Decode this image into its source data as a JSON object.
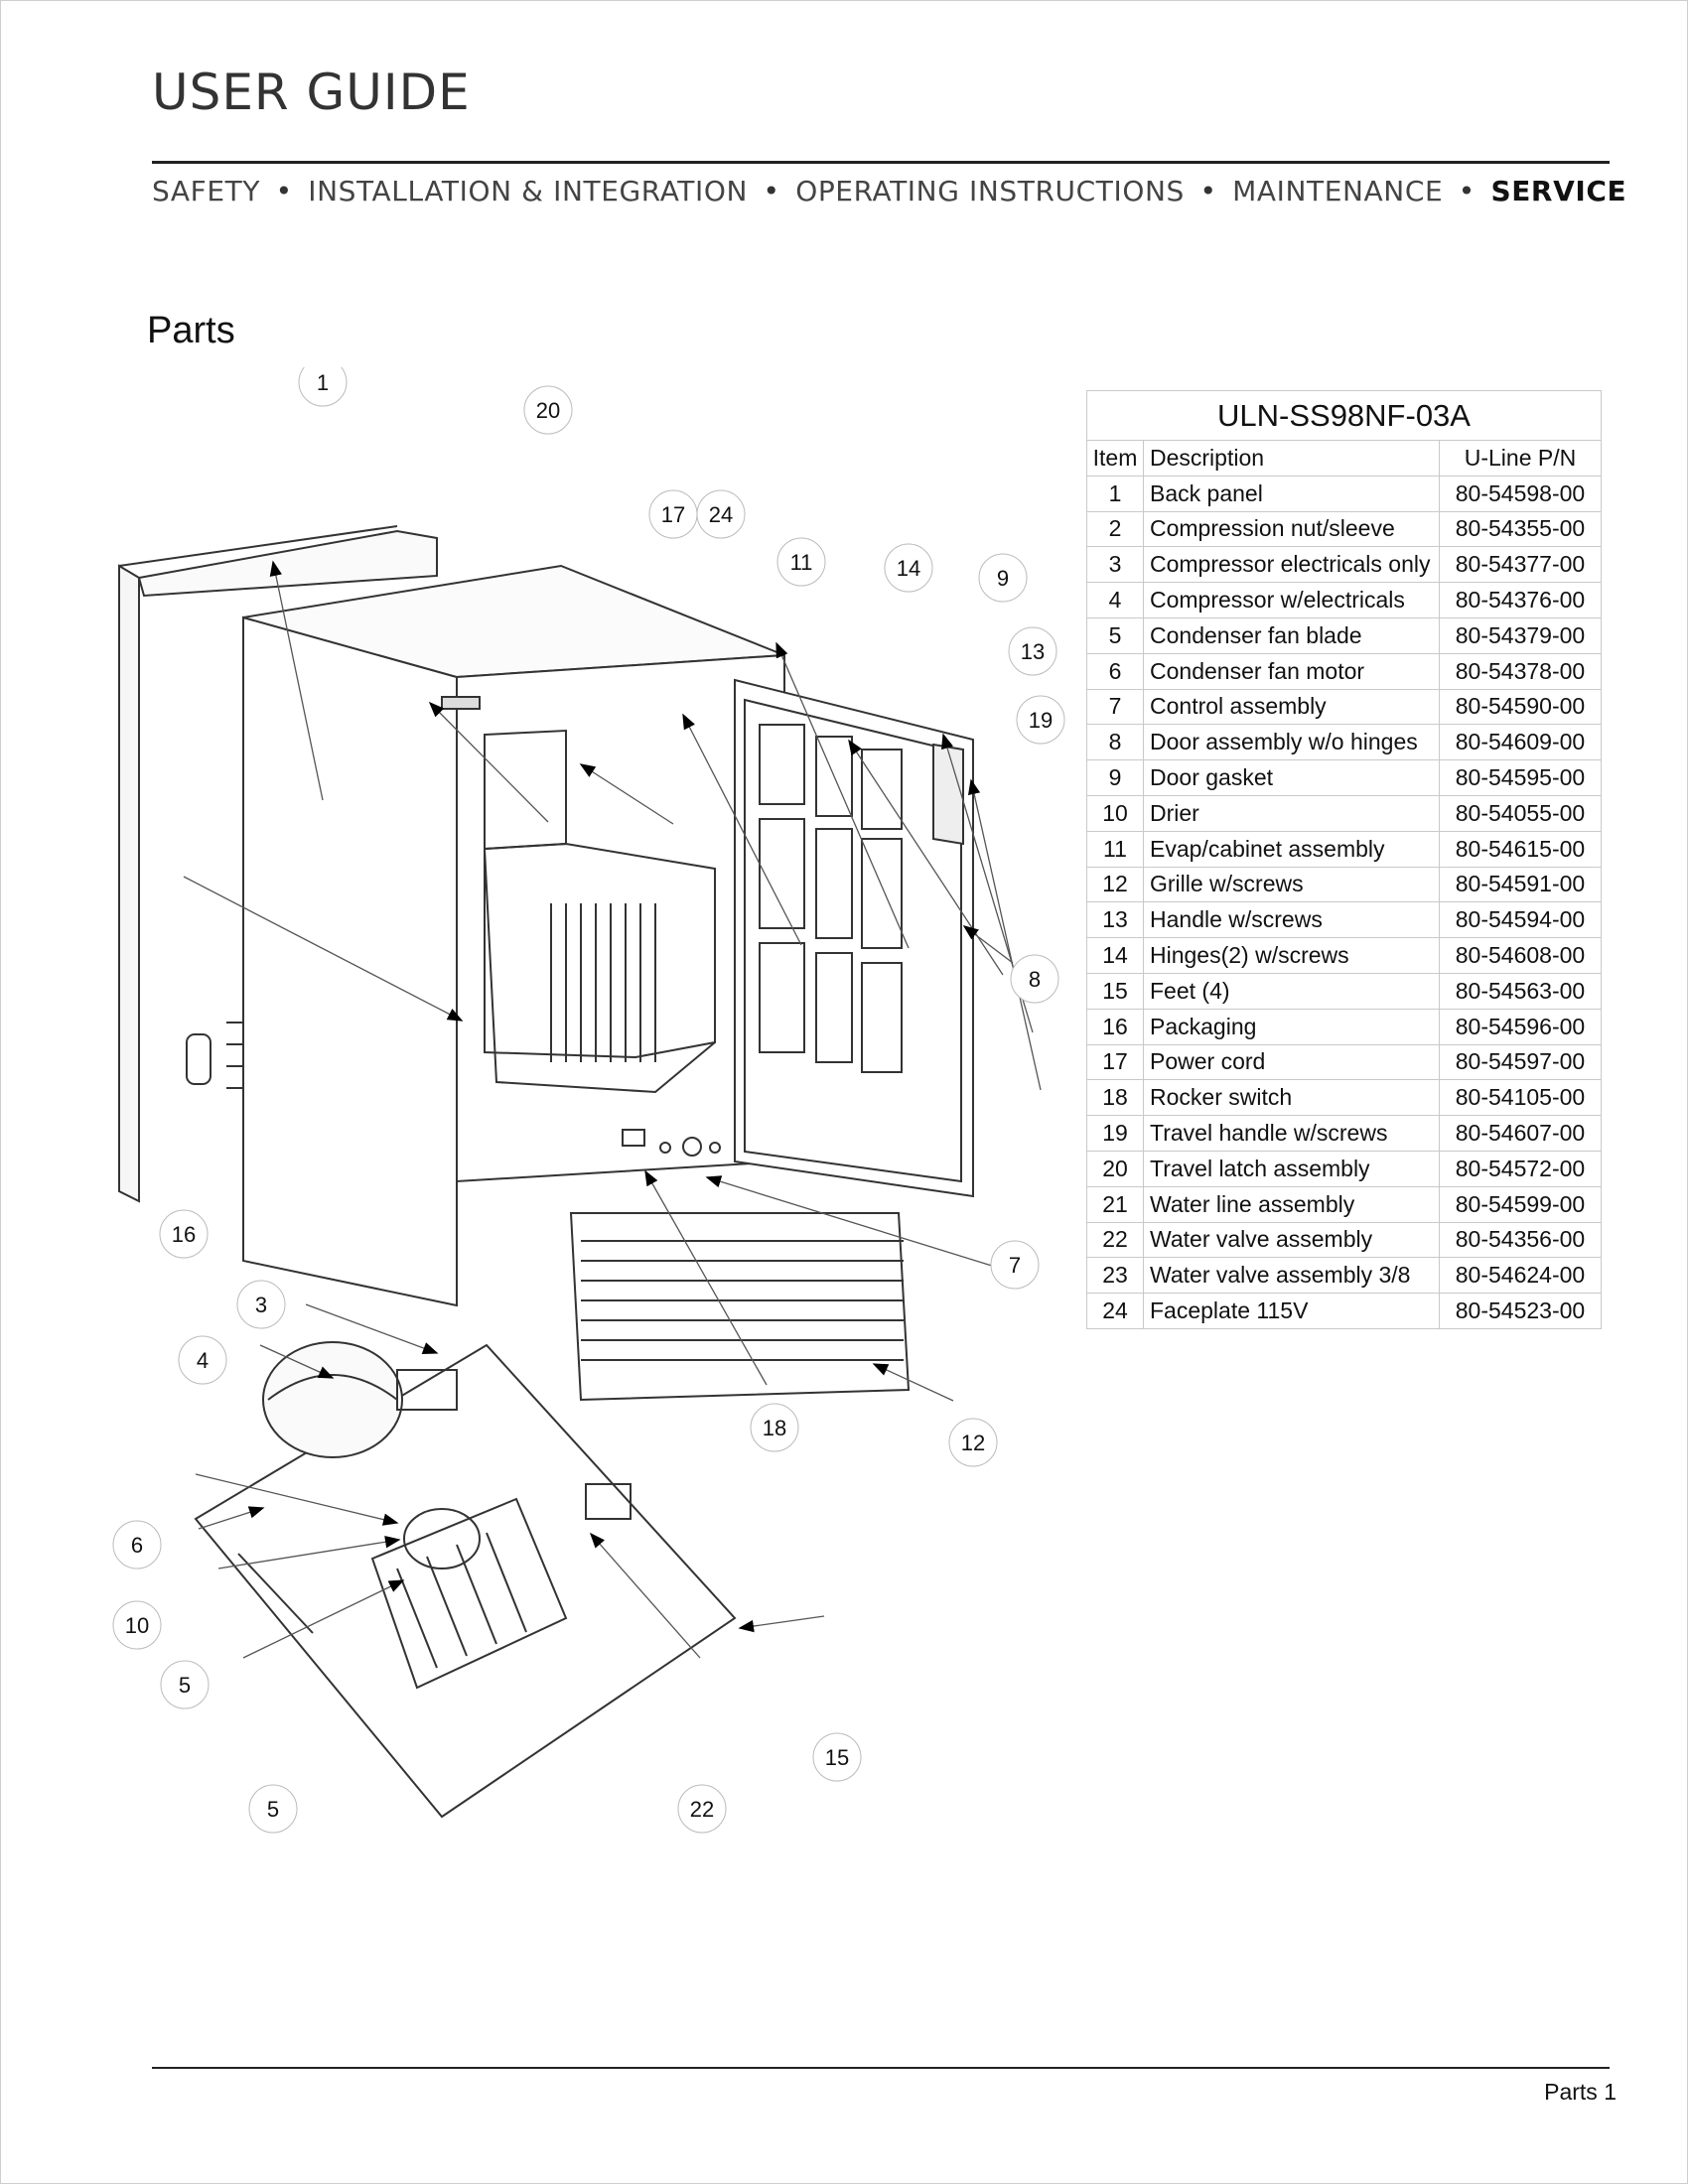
{
  "header": {
    "title": "USER GUIDE",
    "nav": [
      "SAFETY",
      "INSTALLATION & INTEGRATION",
      "OPERATING INSTRUCTIONS",
      "MAINTENANCE",
      "SERVICE"
    ],
    "separator": "•",
    "active": "SERVICE"
  },
  "section_title": "Parts",
  "table": {
    "model": "ULN-SS98NF-03A",
    "headers": [
      "Item",
      "Description",
      "U-Line P/N"
    ],
    "rows": [
      [
        "1",
        "Back panel",
        "80-54598-00"
      ],
      [
        "2",
        "Compression nut/sleeve",
        "80-54355-00"
      ],
      [
        "3",
        "Compressor electricals only",
        "80-54377-00"
      ],
      [
        "4",
        "Compressor w/electricals",
        "80-54376-00"
      ],
      [
        "5",
        "Condenser fan blade",
        "80-54379-00"
      ],
      [
        "6",
        "Condenser fan motor",
        "80-54378-00"
      ],
      [
        "7",
        "Control assembly",
        "80-54590-00"
      ],
      [
        "8",
        "Door assembly w/o hinges",
        "80-54609-00"
      ],
      [
        "9",
        "Door gasket",
        "80-54595-00"
      ],
      [
        "10",
        "Drier",
        "80-54055-00"
      ],
      [
        "11",
        "Evap/cabinet assembly",
        "80-54615-00"
      ],
      [
        "12",
        "Grille w/screws",
        "80-54591-00"
      ],
      [
        "13",
        "Handle w/screws",
        "80-54594-00"
      ],
      [
        "14",
        "Hinges(2) w/screws",
        "80-54608-00"
      ],
      [
        "15",
        "Feet (4)",
        "80-54563-00"
      ],
      [
        "16",
        "Packaging",
        "80-54596-00"
      ],
      [
        "17",
        "Power cord",
        "80-54597-00"
      ],
      [
        "18",
        "Rocker switch",
        "80-54105-00"
      ],
      [
        "19",
        "Travel handle w/screws",
        "80-54607-00"
      ],
      [
        "20",
        "Travel latch assembly",
        "80-54572-00"
      ],
      [
        "21",
        "Water line assembly",
        "80-54599-00"
      ],
      [
        "22",
        "Water valve assembly",
        "80-54356-00"
      ],
      [
        "23",
        "Water valve assembly 3/8",
        "80-54624-00"
      ],
      [
        "24",
        "Faceplate 115V",
        "80-54523-00"
      ]
    ]
  },
  "diagram": {
    "callouts": [
      "1",
      "20",
      "17",
      "24",
      "11",
      "14",
      "9",
      "13",
      "19",
      "8",
      "16",
      "7",
      "3",
      "4",
      "18",
      "12",
      "6",
      "10",
      "5",
      "15",
      "5",
      "22"
    ]
  },
  "footer": {
    "page_label": "Parts 1"
  }
}
